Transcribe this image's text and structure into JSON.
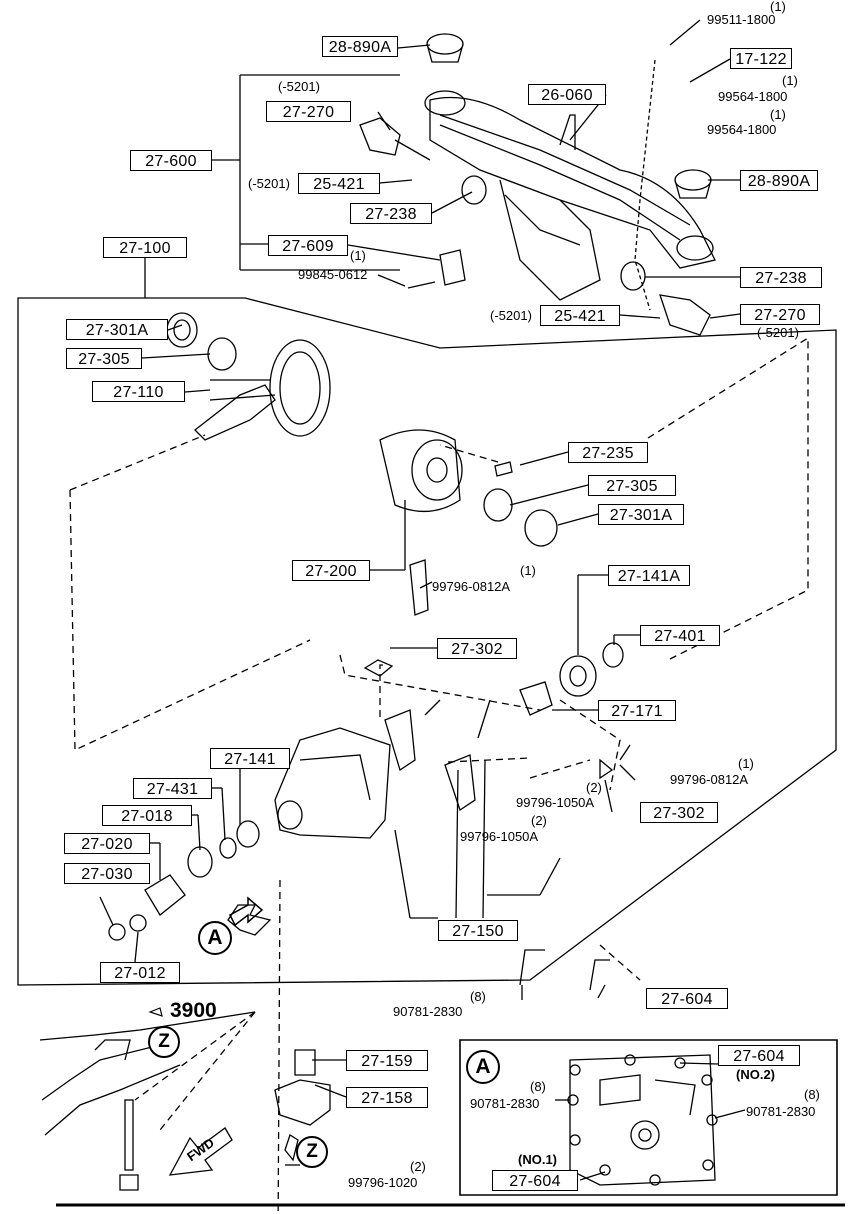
{
  "parts": {
    "p28890A_top": "28-890A",
    "p28890A_right": "28-890A",
    "p17122": "17-122",
    "p26060": "26-060",
    "p27270_top": "27-270",
    "p27270_right": "27-270",
    "p27600": "27-600",
    "p25421_top": "25-421",
    "p25421_right": "25-421",
    "p27238_top": "27-238",
    "p27238_right": "27-238",
    "p27609": "27-609",
    "p27100": "27-100",
    "p27301A_top": "27-301A",
    "p27301A_mid": "27-301A",
    "p27305_top": "27-305",
    "p27305_mid": "27-305",
    "p27110": "27-110",
    "p27235": "27-235",
    "p27200": "27-200",
    "p27141A": "27-141A",
    "p27401": "27-401",
    "p27302_top": "27-302",
    "p27302_right": "27-302",
    "p27171": "27-171",
    "p27141": "27-141",
    "p27431": "27-431",
    "p27018": "27-018",
    "p27020": "27-020",
    "p27030": "27-030",
    "p27012": "27-012",
    "p27150": "27-150",
    "p27604_main": "27-604",
    "p27159": "27-159",
    "p27158": "27-158",
    "p27604_no2": "27-604",
    "p27604_no1": "27-604"
  },
  "texts": {
    "n99511": "99511-1800",
    "q99511": "(1)",
    "n99564a": "99564-1800",
    "q99564a": "(1)",
    "n99564b": "99564-1800",
    "q99564b": "(1)",
    "s5201_a": "(-5201)",
    "s5201_b": "(-5201)",
    "s5201_c": "(-5201)",
    "s5201_d": "(-5201)",
    "q27609": "(1)",
    "n99845": "99845-0612",
    "q99796_top": "(1)",
    "n99796_top": "99796-0812A",
    "q99796_right": "(1)",
    "n99796_right": "99796-0812A",
    "q99796_1050a": "(2)",
    "n99796_1050a": "99796-1050A",
    "q99796_1050b": "(2)",
    "n99796_1050b": "99796-1050A",
    "q90781_main": "(8)",
    "n90781_main": "90781-2830",
    "n3900": "3900",
    "q99796_1020": "(2)",
    "n99796_1020": "99796-1020",
    "q90781_A_left": "(8)",
    "n90781_A_left": "90781-2830",
    "q90781_A_right": "(8)",
    "n90781_A_right": "90781-2830",
    "no2": "(NO.2)",
    "no1": "(NO.1)",
    "fwd": "FWD"
  },
  "callouts": {
    "A_main": "A",
    "A_detail": "A",
    "Z_top": "Z",
    "Z_bottom": "Z"
  },
  "colors": {
    "line": "#000000",
    "fill": "#ffffff"
  }
}
